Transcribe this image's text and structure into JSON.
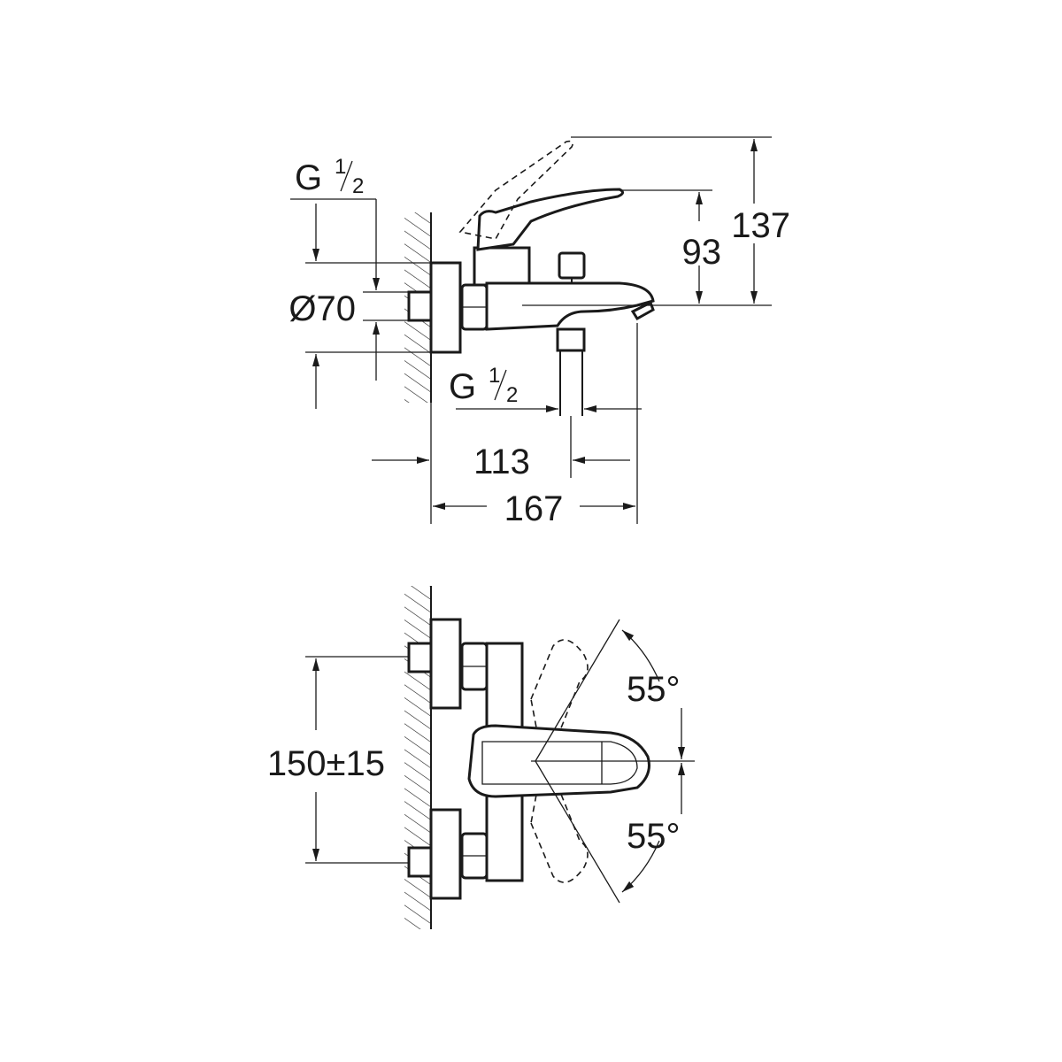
{
  "side_view": {
    "thread_left": {
      "main": "G",
      "num": "1",
      "den": "2"
    },
    "diameter": "Ø70",
    "height_lever": "93",
    "height_total": "137",
    "thread_outlet": {
      "main": "G",
      "num": "1",
      "den": "2"
    },
    "depth_outlet": "113",
    "depth_total": "167"
  },
  "top_view": {
    "centers": "150±15",
    "angle_upper": "55°",
    "angle_lower": "55°"
  },
  "colors": {
    "ink": "#1a1a1a",
    "background": "#ffffff"
  }
}
